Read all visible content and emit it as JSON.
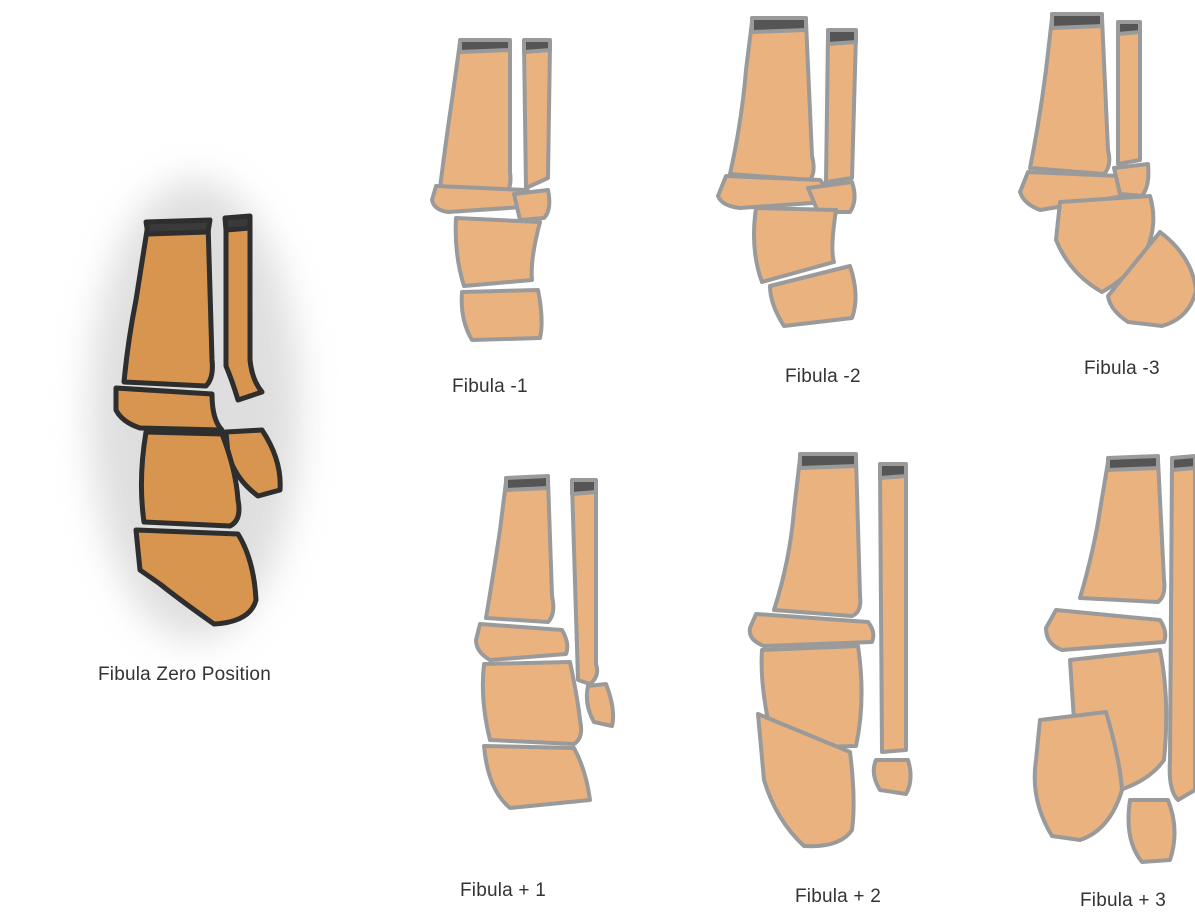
{
  "figure": {
    "panels": [
      {
        "id": "zero",
        "caption": "Fibula Zero Position"
      },
      {
        "id": "m1",
        "caption": "Fibula -1"
      },
      {
        "id": "m2",
        "caption": "Fibula -2"
      },
      {
        "id": "m3",
        "caption": "Fibula -3"
      },
      {
        "id": "p1",
        "caption": "Fibula + 1"
      },
      {
        "id": "p2",
        "caption": "Fibula + 2"
      },
      {
        "id": "p3",
        "caption": "Fibula + 3"
      }
    ],
    "colors": {
      "bone_fill": "#eab27f",
      "bone_fill_dark": "#d8954f",
      "bone_outline": "#9a9a9a",
      "bone_outline_dark": "#2e2e2e",
      "bone_cap": "#555555",
      "halo": "#bdbdbd",
      "text": "#333333"
    }
  }
}
